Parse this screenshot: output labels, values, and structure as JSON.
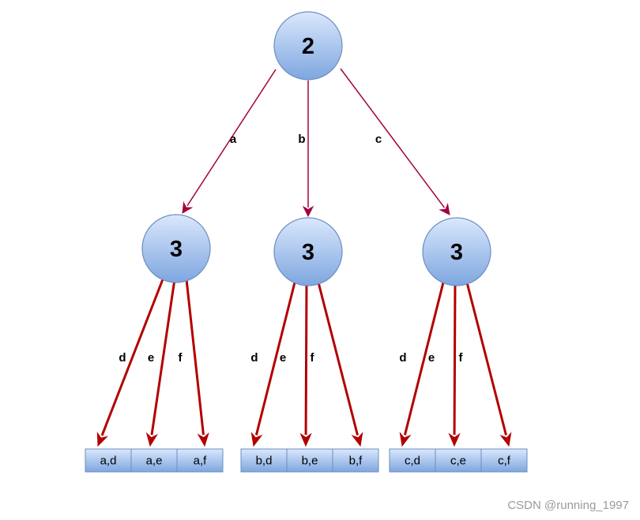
{
  "tree": {
    "root": {
      "label": "2"
    },
    "children": [
      {
        "edge_label": "a",
        "label": "3",
        "edges": [
          "d",
          "e",
          "f"
        ],
        "leaves": [
          "a,d",
          "a,e",
          "a,f"
        ]
      },
      {
        "edge_label": "b",
        "label": "3",
        "edges": [
          "d",
          "e",
          "f"
        ],
        "leaves": [
          "b,d",
          "b,e",
          "b,f"
        ]
      },
      {
        "edge_label": "c",
        "label": "3",
        "edges": [
          "d",
          "e",
          "f"
        ],
        "leaves": [
          "c,d",
          "c,e",
          "c,f"
        ]
      }
    ]
  },
  "colors": {
    "node_fill_top": "#dae8fc",
    "node_fill_bottom": "#7ea6e0",
    "node_stroke": "#6c8ebf",
    "upper_edge": "#a50040",
    "lower_edge": "#b20000",
    "leaf_fill_top": "#dae8fc",
    "leaf_fill_bottom": "#7ea6e0",
    "leaf_stroke": "#6c8ebf"
  },
  "watermark": "CSDN @running_1997"
}
